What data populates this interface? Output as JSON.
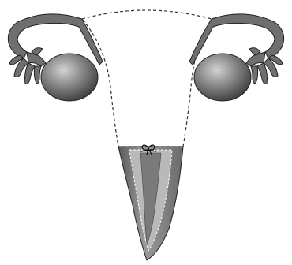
{
  "diagram": {
    "structures": [
      "uterus-outline-removed",
      "left-fallopian-tube",
      "left-fimbriae",
      "left-ovary",
      "right-fallopian-tube",
      "right-fimbriae",
      "right-ovary",
      "vaginal-canal",
      "cervix-suture"
    ],
    "colors": {
      "background": "#ffffff",
      "outline": "#222222",
      "dashed_outline": "#333333",
      "tube_fill": "#6f6f6f",
      "ovary_highlight": "#c8c8c8",
      "ovary_shadow": "#3a3a3a",
      "canal_fill": "#8a8a8a",
      "canal_inner": "#b9b9b9"
    }
  }
}
